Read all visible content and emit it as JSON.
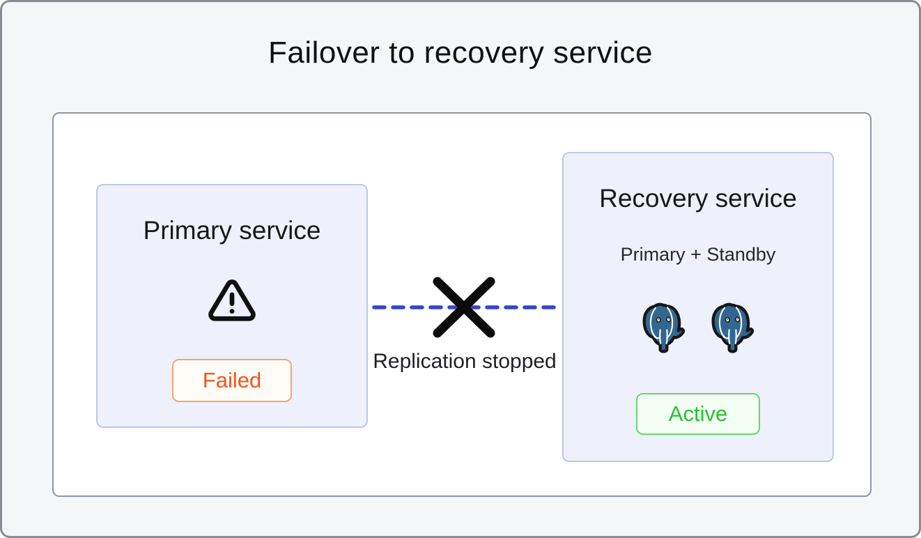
{
  "diagram": {
    "title": "Failover to recovery service",
    "primary_service": {
      "title": "Primary service",
      "icon": "warning-triangle-icon",
      "status": "Failed"
    },
    "recovery_service": {
      "title": "Recovery service",
      "subtitle": "Primary + Standby",
      "icons": [
        "postgres-icon",
        "postgres-icon"
      ],
      "status": "Active"
    },
    "connection": {
      "label": "Replication stopped",
      "icon": "x-cross-icon",
      "line_style": "dashed"
    },
    "colors": {
      "accent_blue": "#3a44c6",
      "failed_text": "#f2561d",
      "failed_border": "#f5a46b",
      "failed_bg": "#fffbf6",
      "active_text": "#25c32f",
      "active_border": "#66d966",
      "active_bg": "#f4fdf4",
      "box_bg": "#eef1fb",
      "box_border": "#bcc6ea",
      "postgres_blue": "#336791"
    }
  }
}
